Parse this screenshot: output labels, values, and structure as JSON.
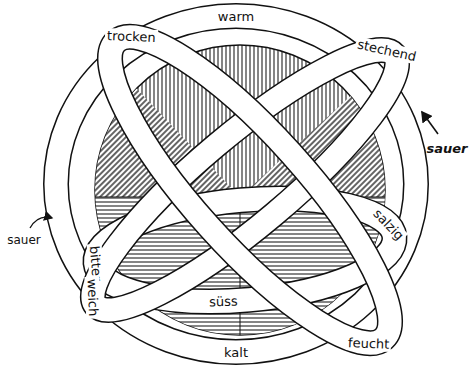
{
  "diagram": {
    "labels": [
      "warm",
      "trocken",
      "stechend",
      "sauer",
      "sauer",
      "bitter",
      "salzig",
      "weich",
      "süss",
      "feucht",
      "kalt"
    ]
  }
}
